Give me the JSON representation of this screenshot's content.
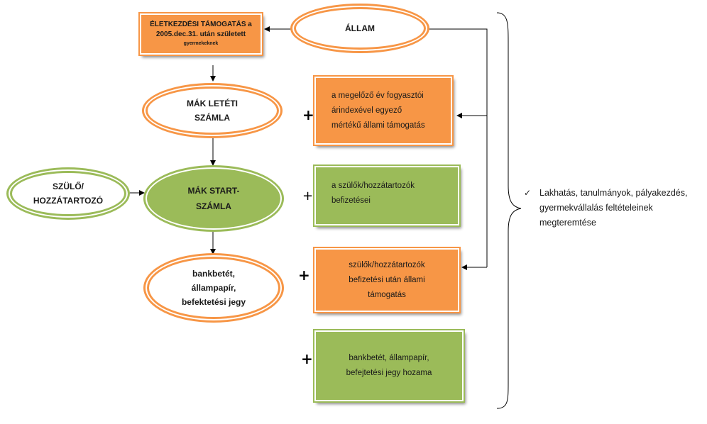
{
  "nodes": {
    "eletkezdesi": {
      "line1": "ÉLETKEZDÉSI TÁMOGATÁS a",
      "line2": "2005.dec.31. után született",
      "line3": "gyermekeknek"
    },
    "allam": "ÁLLAM",
    "mak_leteti": "MÁK LETÉTI\nSZÁMLA",
    "fogyasztoi": "a megelőző év fogyasztói\nárindexével egyező\nmértékű állami támogatás",
    "szulo": "SZÜLŐ/\nHOZZÁTARTOZÓ",
    "mak_start": "MÁK START-\nSZÁMLA",
    "befizetesei": "a szülők/hozzátartozók\nbefizetései",
    "bankbetet": "bankbetét,\nállampapír,\nbefektetési jegy",
    "allami_tamogatas": "szülők/hozzátartozók\nbefizetési után állami\ntámogatás",
    "hozama": "bankbetét, állampapír,\nbefejtetési jegy hozama"
  },
  "operators": {
    "plus1": "+",
    "plus2": "+",
    "plus3": "+",
    "plus4": "+"
  },
  "note": {
    "check": "✓",
    "text": "Lakhatás, tanulmányok, pályakezdés,\ngyermekvállalás feltételeinek\nmegteremtése"
  },
  "colors": {
    "orange": "#f79646",
    "green": "#9bbb59"
  }
}
